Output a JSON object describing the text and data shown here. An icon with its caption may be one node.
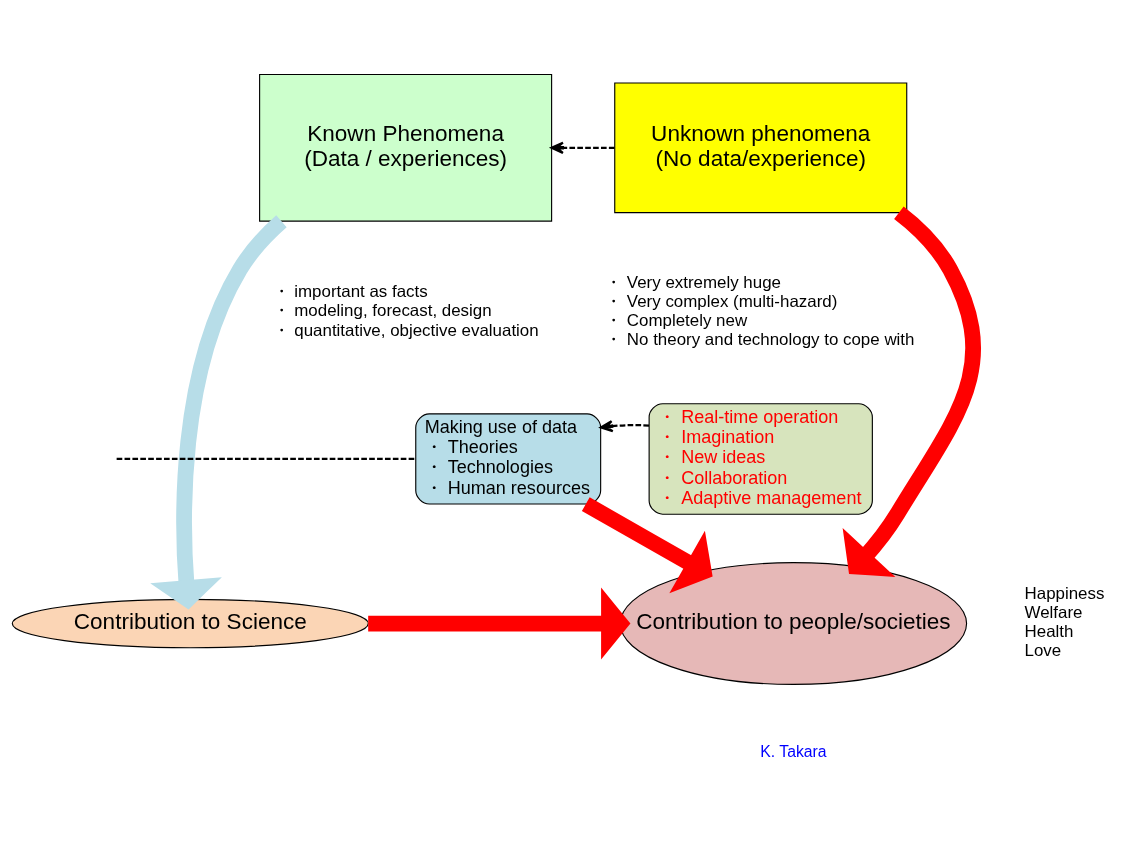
{
  "diagram": {
    "nodes": [
      {
        "text": [
          "Known Phenomena",
          "(Data / experiences)"
        ],
        "beside": [
          "・ important as facts",
          "・ modeling, forecast, design",
          "・ quantitative, objective evaluation"
        ]
      },
      {
        "text": [
          "Unknown phenomena",
          "(No data/experience)"
        ],
        "beside": [
          "・ Very extremely huge",
          "・ Very complex (multi-hazard)",
          "・ Completely new",
          "・ No theory and technology to cope with"
        ]
      },
      {
        "text": [
          "Making use of data",
          "・ Theories",
          "・ Technologies",
          "・ Human resources"
        ]
      },
      {
        "text": [
          "・ Real-time operation",
          "・ Imagination",
          "・ New ideas",
          "・ Collaboration",
          "・ Adaptive management"
        ]
      },
      {
        "text": [
          "Contribution to Science"
        ]
      },
      {
        "text": [
          "Contribution to people/societies"
        ],
        "beside": [
          "Happiness",
          "Welfare",
          "Health",
          "Love"
        ]
      }
    ],
    "edges": [
      {
        "from": 1,
        "to": 0,
        "arrow": "to",
        "style": "dashed",
        "color": "#000000"
      },
      {
        "from": 0,
        "to": 4,
        "arrow": "to",
        "color": "#b7dde8"
      },
      {
        "from": 2,
        "to": null,
        "arrow": "none",
        "style": "dashed",
        "color": "#000000"
      },
      {
        "from": 3,
        "to": 2,
        "arrow": "to",
        "style": "dashed",
        "color": "#000000"
      },
      {
        "from": 2,
        "to": 5,
        "arrow": "to",
        "color": "#ff0000"
      },
      {
        "from": 1,
        "to": 5,
        "arrow": "to",
        "color": "#ff0000"
      },
      {
        "from": 4,
        "to": 5,
        "arrow": "to",
        "color": "#ff0000"
      }
    ],
    "labels": [
      "K. Takara"
    ]
  }
}
